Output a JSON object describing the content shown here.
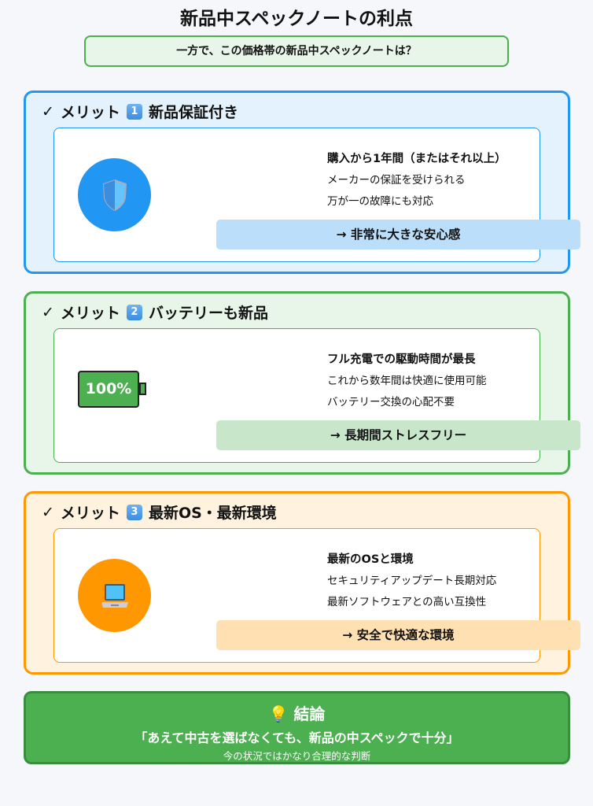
{
  "title": "新品中スペックノートの利点",
  "subtitle": "一方で、この価格帯の新品中スペックノートは？",
  "sections": [
    {
      "check": "✓",
      "label": "メリット",
      "num": "1",
      "heading": "新品保証付き",
      "icon": "shield-icon",
      "lines": [
        "購入から1年間（またはそれ以上）",
        "メーカーの保証を受けられる",
        "万が一の故障にも対応"
      ],
      "banner": "→ 非常に大きな安心感",
      "colors": {
        "bg": "#e3f2fd",
        "border": "#2196f3",
        "banner": "#bbdefb"
      }
    },
    {
      "check": "✓",
      "label": "メリット",
      "num": "2",
      "heading": "バッテリーも新品",
      "icon": "battery-icon",
      "battery_text": "100%",
      "lines": [
        "フル充電での駆動時間が最長",
        "これから数年間は快適に使用可能",
        "バッテリー交換の心配不要"
      ],
      "banner": "→ 長期間ストレスフリー",
      "colors": {
        "bg": "#e8f5e9",
        "border": "#4caf50",
        "banner": "#c8e6c9"
      }
    },
    {
      "check": "✓",
      "label": "メリット",
      "num": "3",
      "heading": "最新OS・最新環境",
      "icon": "laptop-icon",
      "lines": [
        "最新のOSと環境",
        "セキュリティアップデート長期対応",
        "最新ソフトウェアとの高い互換性"
      ],
      "banner": "→ 安全で快適な環境",
      "colors": {
        "bg": "#fff3e0",
        "border": "#ff9800",
        "banner": "#ffe0b2"
      }
    }
  ],
  "conclusion": {
    "heading": "結論",
    "quote": "「あえて中古を選ばなくても、新品の中スペックで十分」",
    "note": "今の状況ではかなり合理的な判断"
  }
}
